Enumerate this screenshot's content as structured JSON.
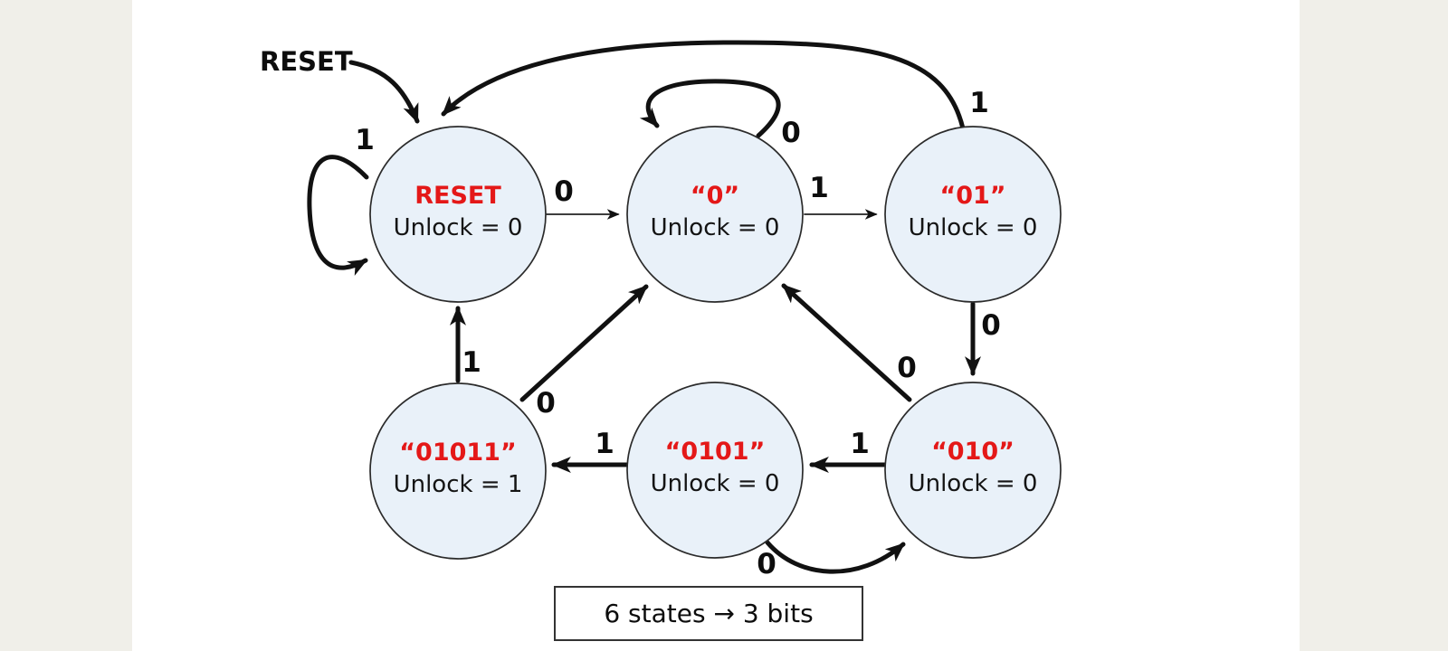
{
  "diagram": {
    "title_hint": "01011 sequence detector state diagram",
    "reset_pointer_label": "RESET",
    "caption": "6 states → 3 bits",
    "colors": {
      "state_fill": "#e9f1f9",
      "state_name_red": "#e41818",
      "arrow_black": "#111111",
      "margin_beige": "#f0efe9"
    },
    "states": [
      {
        "name": "RESET",
        "output": "Unlock = 0"
      },
      {
        "name": "“0”",
        "output": "Unlock = 0"
      },
      {
        "name": "“01”",
        "output": "Unlock = 0"
      },
      {
        "name": "“01011”",
        "output": "Unlock = 1"
      },
      {
        "name": "“0101”",
        "output": "Unlock = 0"
      },
      {
        "name": "“010”",
        "output": "Unlock = 0"
      }
    ],
    "transitions": [
      {
        "from": "RESET",
        "to": "RESET",
        "label": "1"
      },
      {
        "from": "RESET",
        "to": "“0”",
        "label": "0"
      },
      {
        "from": "“0”",
        "to": "“0”",
        "label": "0"
      },
      {
        "from": "“0”",
        "to": "“01”",
        "label": "1"
      },
      {
        "from": "“01”",
        "to": "RESET",
        "label": "1"
      },
      {
        "from": "“01”",
        "to": "“010”",
        "label": "0"
      },
      {
        "from": "“010”",
        "to": "“0”",
        "label": "0"
      },
      {
        "from": "“010”",
        "to": "“0101”",
        "label": "1"
      },
      {
        "from": "“0101”",
        "to": "“010”",
        "label": "0"
      },
      {
        "from": "“0101”",
        "to": "“01011”",
        "label": "1"
      },
      {
        "from": "“01011”",
        "to": "“0”",
        "label": "0"
      },
      {
        "from": "“01011”",
        "to": "RESET",
        "label": "1"
      }
    ]
  }
}
